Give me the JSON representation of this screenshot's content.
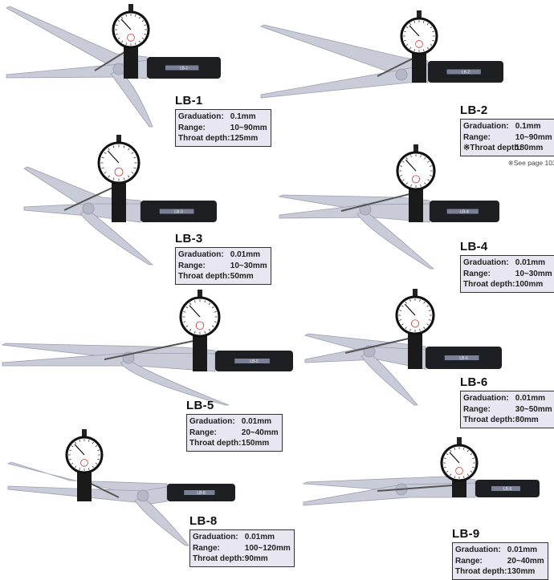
{
  "products": [
    {
      "model": "LB-1",
      "grip_label": "LB-1",
      "specs": [
        {
          "label": "Graduation:",
          "value": "0.1mm"
        },
        {
          "label": "Range:",
          "value": "10~90mm"
        },
        {
          "label": "Throat depth:",
          "value": "125mm"
        }
      ]
    },
    {
      "model": "LB-2",
      "grip_label": "LB-2",
      "specs": [
        {
          "label": "Graduation:",
          "value": "0.1mm"
        },
        {
          "label": "Range:",
          "value": "10~90mm"
        },
        {
          "label": "※Throat depth:",
          "value": "180mm"
        }
      ],
      "note": "※See page 103"
    },
    {
      "model": "LB-3",
      "grip_label": "LB-3",
      "specs": [
        {
          "label": "Graduation:",
          "value": "0.01mm"
        },
        {
          "label": "Range:",
          "value": "10~30mm"
        },
        {
          "label": "Throat depth:",
          "value": "50mm"
        }
      ]
    },
    {
      "model": "LB-4",
      "grip_label": "LB-4",
      "specs": [
        {
          "label": "Graduation:",
          "value": "0.01mm"
        },
        {
          "label": "Range:",
          "value": "10~30mm"
        },
        {
          "label": "Throat depth:",
          "value": "100mm"
        }
      ]
    },
    {
      "model": "LB-5",
      "grip_label": "LB-5",
      "specs": [
        {
          "label": "Graduation:",
          "value": "0.01mm"
        },
        {
          "label": "Range:",
          "value": "20~40mm"
        },
        {
          "label": "Throat depth:",
          "value": "150mm"
        }
      ]
    },
    {
      "model": "LB-6",
      "grip_label": "LB-6",
      "specs": [
        {
          "label": "Graduation:",
          "value": "0.01mm"
        },
        {
          "label": "Range:",
          "value": "30~50mm"
        },
        {
          "label": "Throat depth:",
          "value": "80mm"
        }
      ]
    },
    {
      "model": "LB-8",
      "grip_label": "LB-8",
      "specs": [
        {
          "label": "Graduation:",
          "value": "0.01mm"
        },
        {
          "label": "Range:",
          "value": "100~120mm"
        },
        {
          "label": "Throat depth:",
          "value": "90mm"
        }
      ]
    },
    {
      "model": "LB-9",
      "grip_label": "LB-9",
      "specs": [
        {
          "label": "Graduation:",
          "value": "0.01mm"
        },
        {
          "label": "Range:",
          "value": "20~40mm"
        },
        {
          "label": "Throat depth:",
          "value": "130mm"
        }
      ]
    }
  ],
  "colors": {
    "arm": "#c9ccd8",
    "arm_edge": "#9a9eb0",
    "grip": "#1e1f22",
    "spec_bg": "#e8e6f1"
  }
}
